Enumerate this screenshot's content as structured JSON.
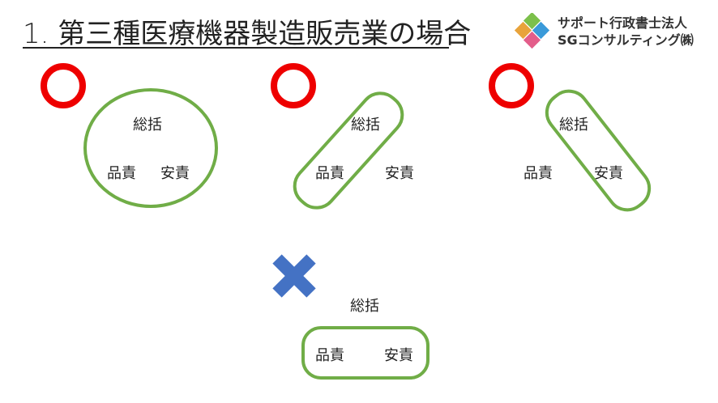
{
  "header": {
    "title": "1. 第三種医療機器製造販売業の場合"
  },
  "logo": {
    "line1": "サポート行政書士法人",
    "line2": "SGコンサルティング㈱",
    "colors": [
      "#e8a33b",
      "#e35d8a",
      "#3a9ad9",
      "#7cc04b"
    ]
  },
  "symbols": {
    "ok_color": "#ee0000",
    "ng_color": "#4472c4",
    "group_color": "#70ad47"
  },
  "cases": [
    {
      "roles": {
        "sogatsu": "総括",
        "hinseki": "品責",
        "anseki": "安責"
      }
    },
    {
      "roles": {
        "sogatsu": "総括",
        "hinseki": "品責",
        "anseki": "安責"
      }
    },
    {
      "roles": {
        "sogatsu": "総括",
        "hinseki": "品責",
        "anseki": "安責"
      }
    },
    {
      "roles": {
        "sogatsu": "総括",
        "hinseki": "品責",
        "anseki": "安責"
      }
    }
  ]
}
